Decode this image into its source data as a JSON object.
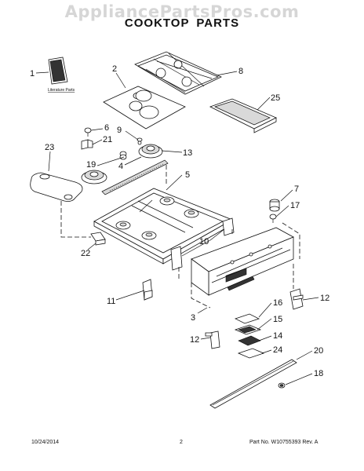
{
  "watermark": "AppliancePartsPros.com",
  "title": "COOKTOP PARTS",
  "literature_label": "Literature Parts",
  "callouts": {
    "c1": "1",
    "c2": "2",
    "c3": "3",
    "c4": "4",
    "c5": "5",
    "c6": "6",
    "c7": "7",
    "c8": "8",
    "c9": "9",
    "c10": "10",
    "c11": "11",
    "c12a": "12",
    "c12b": "12",
    "c13": "13",
    "c14": "14",
    "c15": "15",
    "c16": "16",
    "c17": "17",
    "c18": "18",
    "c19": "19",
    "c20": "20",
    "c21": "21",
    "c22": "22",
    "c23": "23",
    "c24": "24",
    "c25": "25"
  },
  "footer": {
    "date": "10/24/2014",
    "page": "2",
    "part": "Part No.  W10755393  Rev. A"
  }
}
